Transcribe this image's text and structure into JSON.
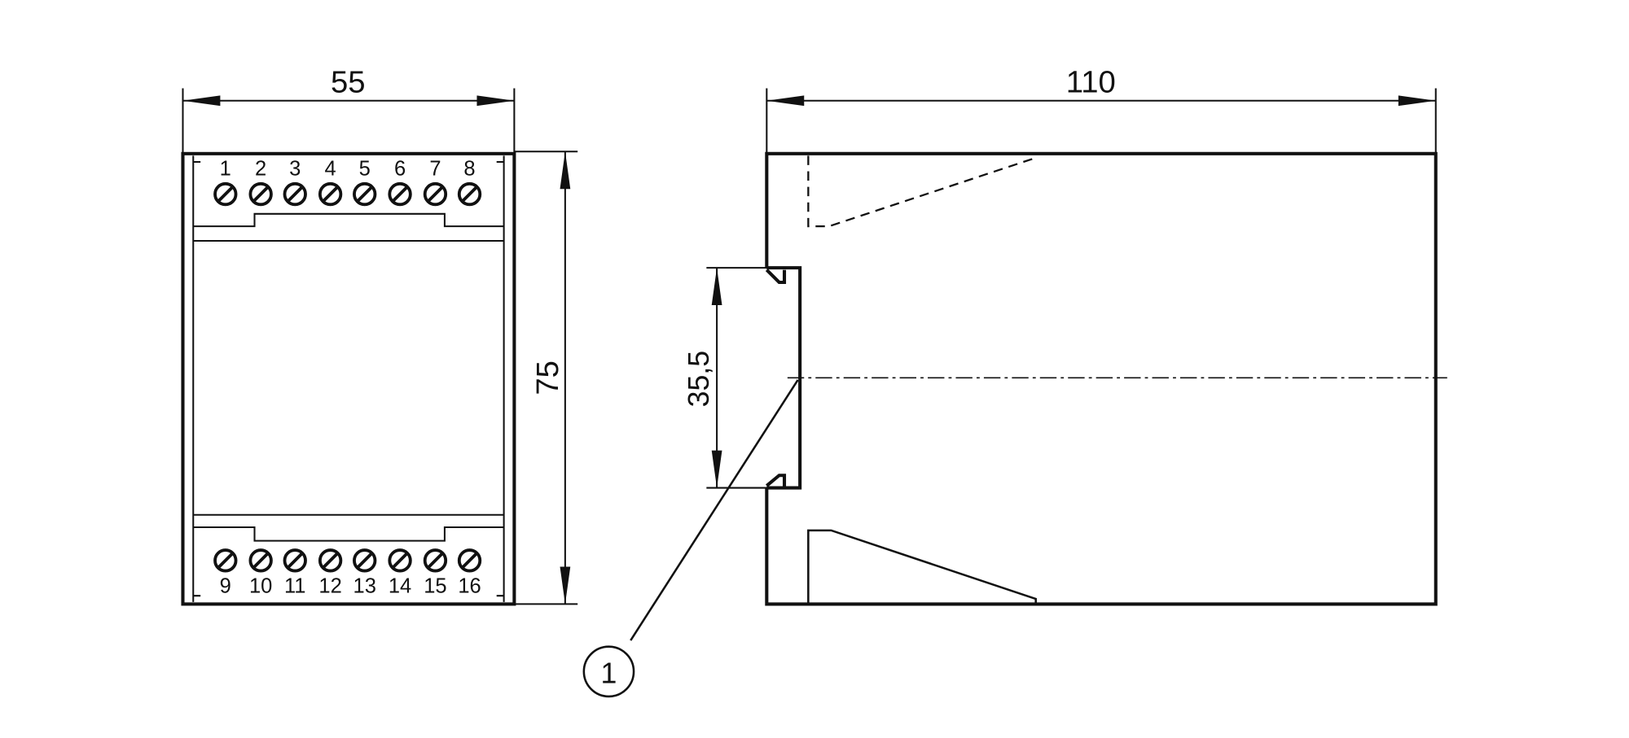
{
  "front_view": {
    "width_dim": "55",
    "height_dim": "75",
    "top_terminals": [
      "1",
      "2",
      "3",
      "4",
      "5",
      "6",
      "7",
      "8"
    ],
    "bottom_terminals": [
      "9",
      "10",
      "11",
      "12",
      "13",
      "14",
      "15",
      "16"
    ]
  },
  "side_view": {
    "depth_dim": "110",
    "rail_dim": "35,5",
    "callout": "1"
  }
}
